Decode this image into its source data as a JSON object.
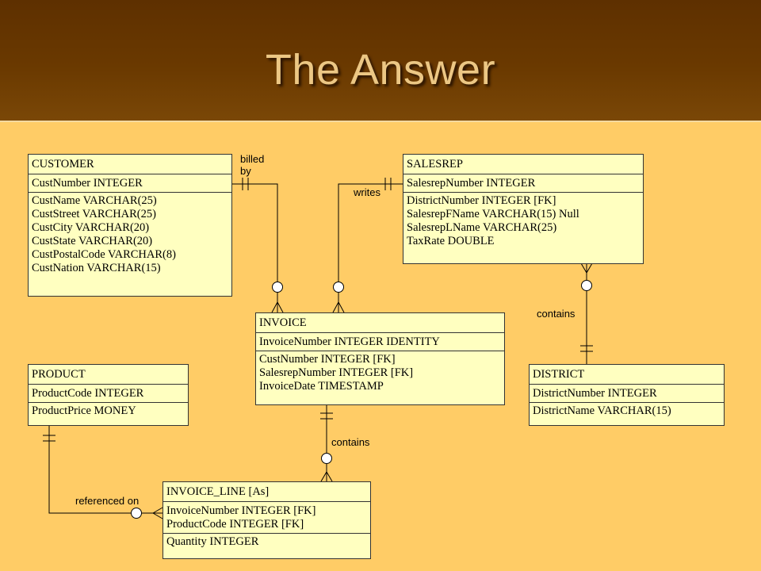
{
  "slide": {
    "title": "The Answer"
  },
  "entities": {
    "customer": {
      "name": "CUSTOMER",
      "pk": [
        "CustNumber  INTEGER"
      ],
      "attributes": [
        "CustName  VARCHAR(25)",
        "CustStreet  VARCHAR(25)",
        "CustCity  VARCHAR(20)",
        "CustState  VARCHAR(20)",
        "CustPostalCode  VARCHAR(8)",
        "CustNation  VARCHAR(15)"
      ]
    },
    "salesrep": {
      "name": "SALESREP",
      "pk": [
        "SalesrepNumber  INTEGER"
      ],
      "attributes": [
        "DistrictNumber  INTEGER [FK]",
        "SalesrepFName  VARCHAR(15) Null",
        "SalesrepLName  VARCHAR(25)",
        "TaxRate  DOUBLE"
      ]
    },
    "invoice": {
      "name": "INVOICE",
      "pk": [
        "InvoiceNumber  INTEGER IDENTITY"
      ],
      "attributes": [
        "CustNumber  INTEGER [FK]",
        "SalesrepNumber  INTEGER [FK]",
        "InvoiceDate  TIMESTAMP"
      ]
    },
    "product": {
      "name": "PRODUCT",
      "pk": [
        "ProductCode  INTEGER"
      ],
      "attributes": [
        "ProductPrice  MONEY"
      ]
    },
    "district": {
      "name": "DISTRICT",
      "pk": [
        "DistrictNumber  INTEGER"
      ],
      "attributes": [
        "DistrictName  VARCHAR(15)"
      ]
    },
    "invoice_line": {
      "name": "INVOICE_LINE [As]",
      "pk": [
        "InvoiceNumber  INTEGER [FK]",
        "ProductCode  INTEGER [FK]"
      ],
      "attributes": [
        "Quantity  INTEGER"
      ]
    }
  },
  "relationships": {
    "billed_by": {
      "line1": "billed",
      "line2": "by"
    },
    "writes": "writes",
    "contains_district": "contains",
    "contains_line": "contains",
    "referenced_on": "referenced on"
  }
}
